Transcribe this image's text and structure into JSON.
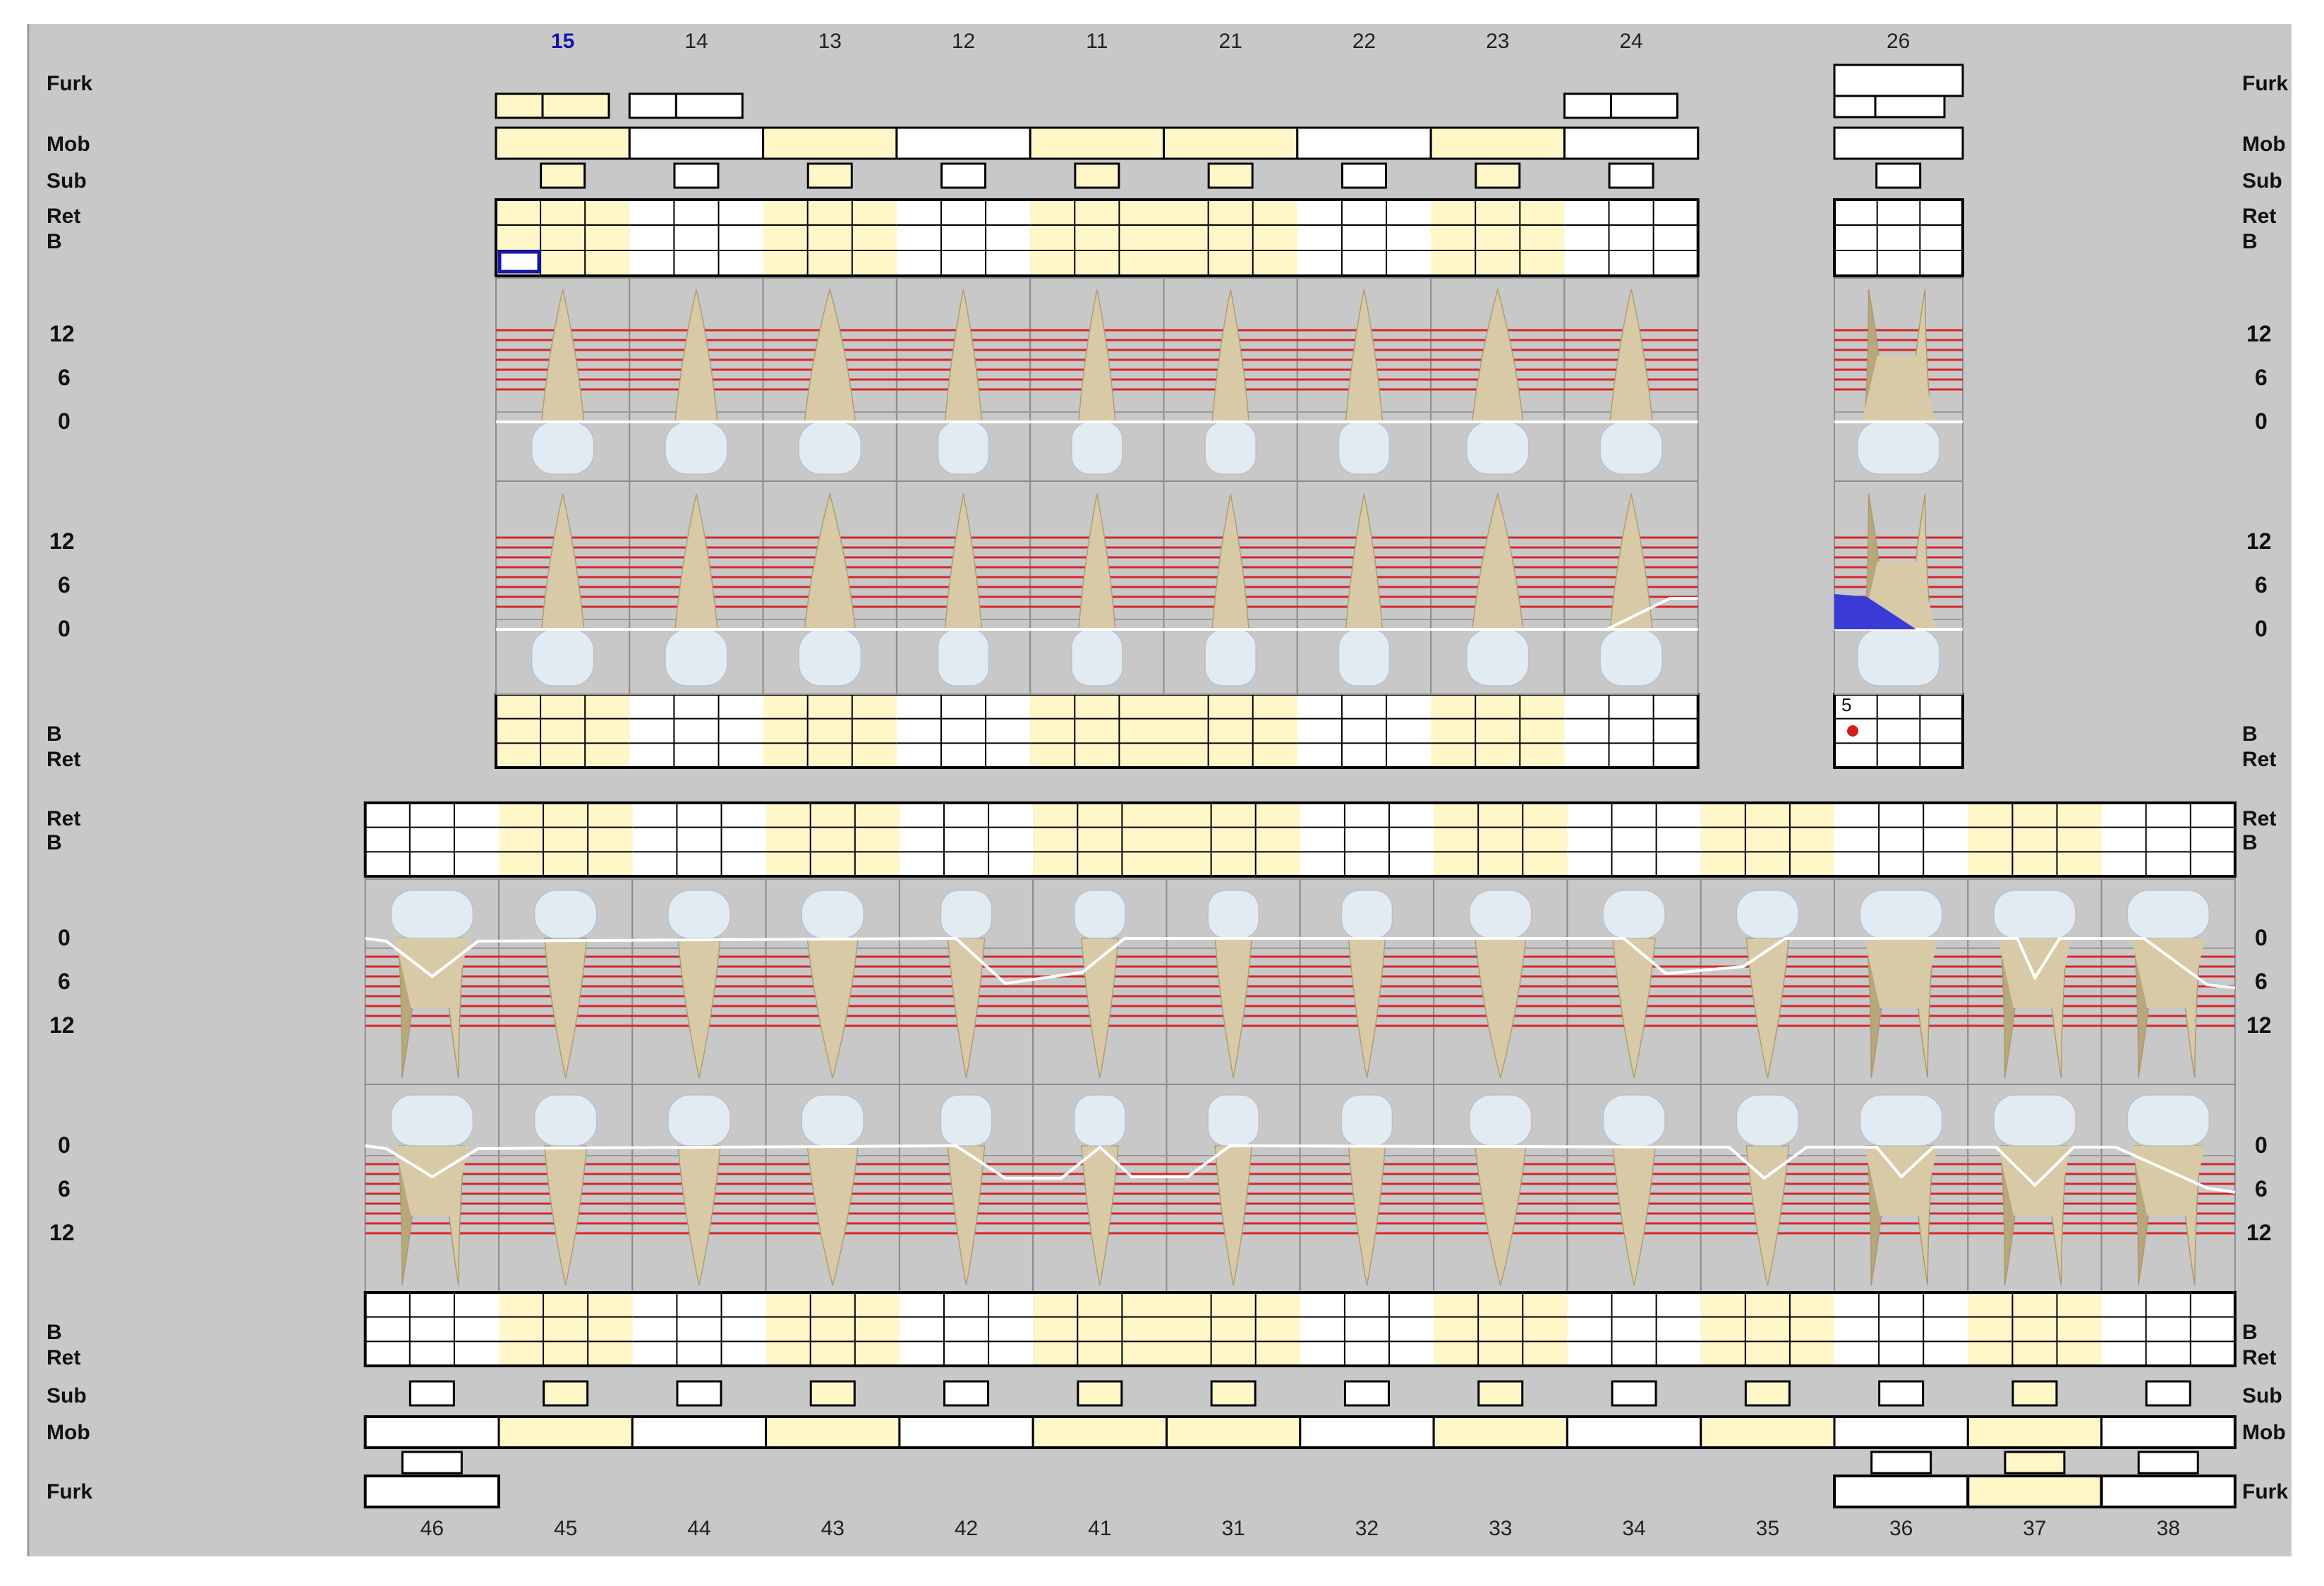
{
  "colors": {
    "panel": "#c8c8c8",
    "cell_yellow": "#fff7c8",
    "cell_white": "#ffffff",
    "grid_line": "#8c8c8c",
    "red_line": "#d62828",
    "white_line": "#ffffff",
    "selected_tooth": "#1515b0",
    "recession_blue": "#3a3ad6",
    "bleeding_dot": "#d81a1a",
    "border": "#000000"
  },
  "side_labels": {
    "furk": "Furk",
    "mob": "Mob",
    "sub": "Sub",
    "ret": "Ret",
    "b": "B"
  },
  "depth_scale": {
    "upper": [
      "12",
      "6",
      "0"
    ],
    "lower": [
      "0",
      "6",
      "12"
    ]
  },
  "upper_jaw": {
    "teeth": [
      "15",
      "14",
      "13",
      "12",
      "11",
      "21",
      "22",
      "23",
      "24",
      "26"
    ],
    "selected": "15",
    "highlighted": [
      true,
      false,
      true,
      false,
      true,
      true,
      false,
      true,
      false,
      false
    ],
    "tooth_types": [
      "premolar",
      "premolar",
      "canine",
      "incisor",
      "incisor",
      "incisor",
      "incisor",
      "canine",
      "premolar",
      "molar"
    ],
    "furk_boxes": [
      "15",
      "14",
      "24",
      "26"
    ],
    "probing_note": "5",
    "bleeding_tooth": "26"
  },
  "lower_jaw": {
    "teeth": [
      "46",
      "45",
      "44",
      "43",
      "42",
      "41",
      "31",
      "32",
      "33",
      "34",
      "35",
      "36",
      "37",
      "38"
    ],
    "highlighted": [
      false,
      true,
      false,
      true,
      false,
      true,
      true,
      false,
      true,
      false,
      true,
      false,
      true,
      false
    ],
    "tooth_types": [
      "molar",
      "premolar",
      "premolar",
      "canine",
      "incisor",
      "incisor",
      "incisor",
      "incisor",
      "canine",
      "premolar",
      "premolar",
      "molar",
      "molar",
      "molar"
    ],
    "furk_boxes": [
      "46",
      "36",
      "37",
      "38"
    ],
    "furk_highlighted": [
      "37"
    ]
  }
}
